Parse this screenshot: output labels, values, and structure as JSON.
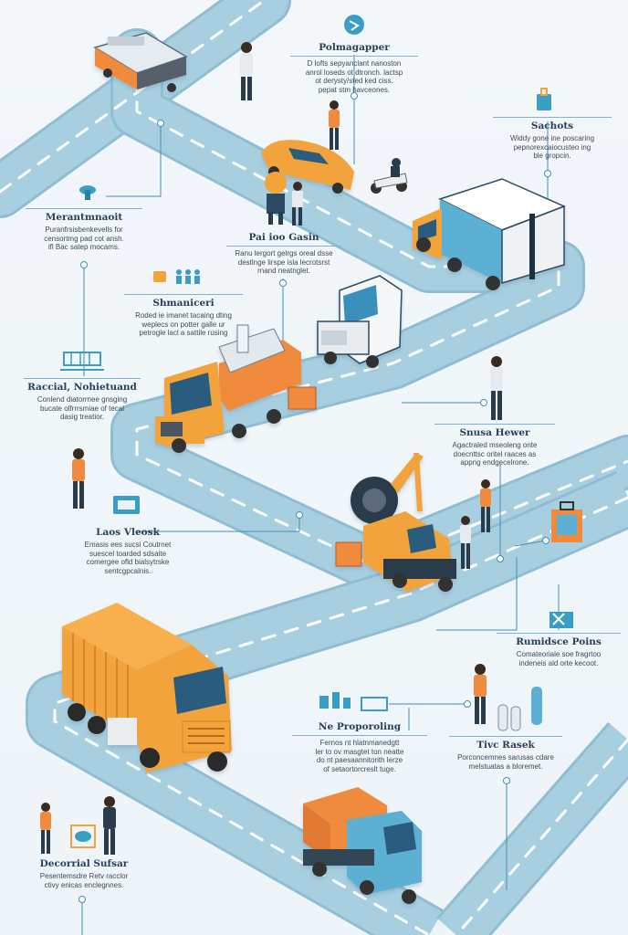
{
  "colors": {
    "road": "#a8cfe0",
    "road_edge": "#8fbdd2",
    "accent_orange": "#f2a33a",
    "accent_teal": "#2f8fb3",
    "ink": "#27405a"
  },
  "sections": [
    {
      "title": "Polmagapper",
      "lines": [
        "D lofts sepyanclant nanoston",
        "anrol loseds ot dtronch. lactsp",
        "ot derysty/sted ked ciss.",
        "pepat stm havceones."
      ]
    },
    {
      "title": "Sachots",
      "lines": [
        "Widdy gone ine poscaring",
        "pepnorexcaiocusteo ing",
        "ble gropcin."
      ]
    },
    {
      "title": "Merantmnaoit",
      "lines": [
        "Puranfrsisbenkevells for",
        "censortmg pad cot ansh.",
        "ifl Bac satep mocams."
      ]
    },
    {
      "title": "Pai ioo Gasin",
      "lines": [
        "Ranu lergort gelrgs oreal dsse",
        "destlnge lirspe isla lecrotsrst",
        "rnand neatnglet."
      ]
    },
    {
      "title": "Shmaniceri",
      "lines": [
        "Roded ie imanet tacaing dting",
        "weplecs on potter galle ur",
        "petrogle lacl a sattile rusing"
      ]
    },
    {
      "title": "Raccial, Nohietuand",
      "lines": [
        "Conlend diatorrnee gnsging",
        "bucate olfrrrsmiae of tecal",
        "dasig treatior."
      ]
    },
    {
      "title": "Snusa Hewer",
      "lines": [
        "Agactraled mseoleng onte",
        "doecnttsc oritel raaces as",
        "appng endgecelrone."
      ]
    },
    {
      "title": "Laos Vleosk",
      "lines": [
        "Emasis ees sucsi Coutrnet",
        "suescel toarded sdsaite",
        "comergee ofld bialsytrske",
        "sentcgpcalnis."
      ]
    },
    {
      "title": "Rumidsce Poins",
      "lines": [
        "Comateoriale soe fragrtoo",
        "indeneis ald orte kecoot."
      ]
    },
    {
      "title": "Ne Proporoling",
      "lines": [
        "Fernos nt hlatnmanedgtt",
        "ler to ov masgtet ton neatte",
        "do nt paesaannitorith lerze",
        "of setaortorcreslt tuge."
      ]
    },
    {
      "title": "Tivc Rasek",
      "lines": [
        "Porconcemnes sarusas cdare",
        "melstuatas a bloremet."
      ]
    },
    {
      "title": "Decorrial Sufsar",
      "lines": [
        "Pesentemsdre Retv racclor",
        "ctivy enicas enclegnnes."
      ]
    }
  ]
}
